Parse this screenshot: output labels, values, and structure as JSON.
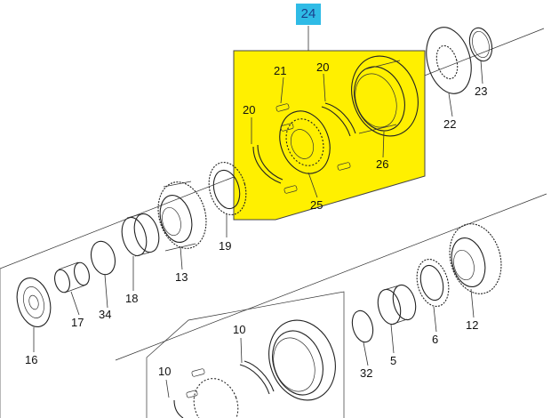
{
  "diagram": {
    "group_label": "24",
    "highlight_color": "#fff000",
    "callout_box_color": "#2fbbe6",
    "callouts": {
      "c21": "21",
      "c20a": "20",
      "c20b": "20",
      "c26": "26",
      "c25": "25",
      "c22": "22",
      "c23": "23",
      "c19": "19",
      "c13": "13",
      "c18": "18",
      "c17": "17",
      "c34": "34",
      "c16": "16",
      "c12": "12",
      "c6": "6",
      "c5": "5",
      "c32": "32",
      "c10a": "10",
      "c10b": "10"
    }
  }
}
